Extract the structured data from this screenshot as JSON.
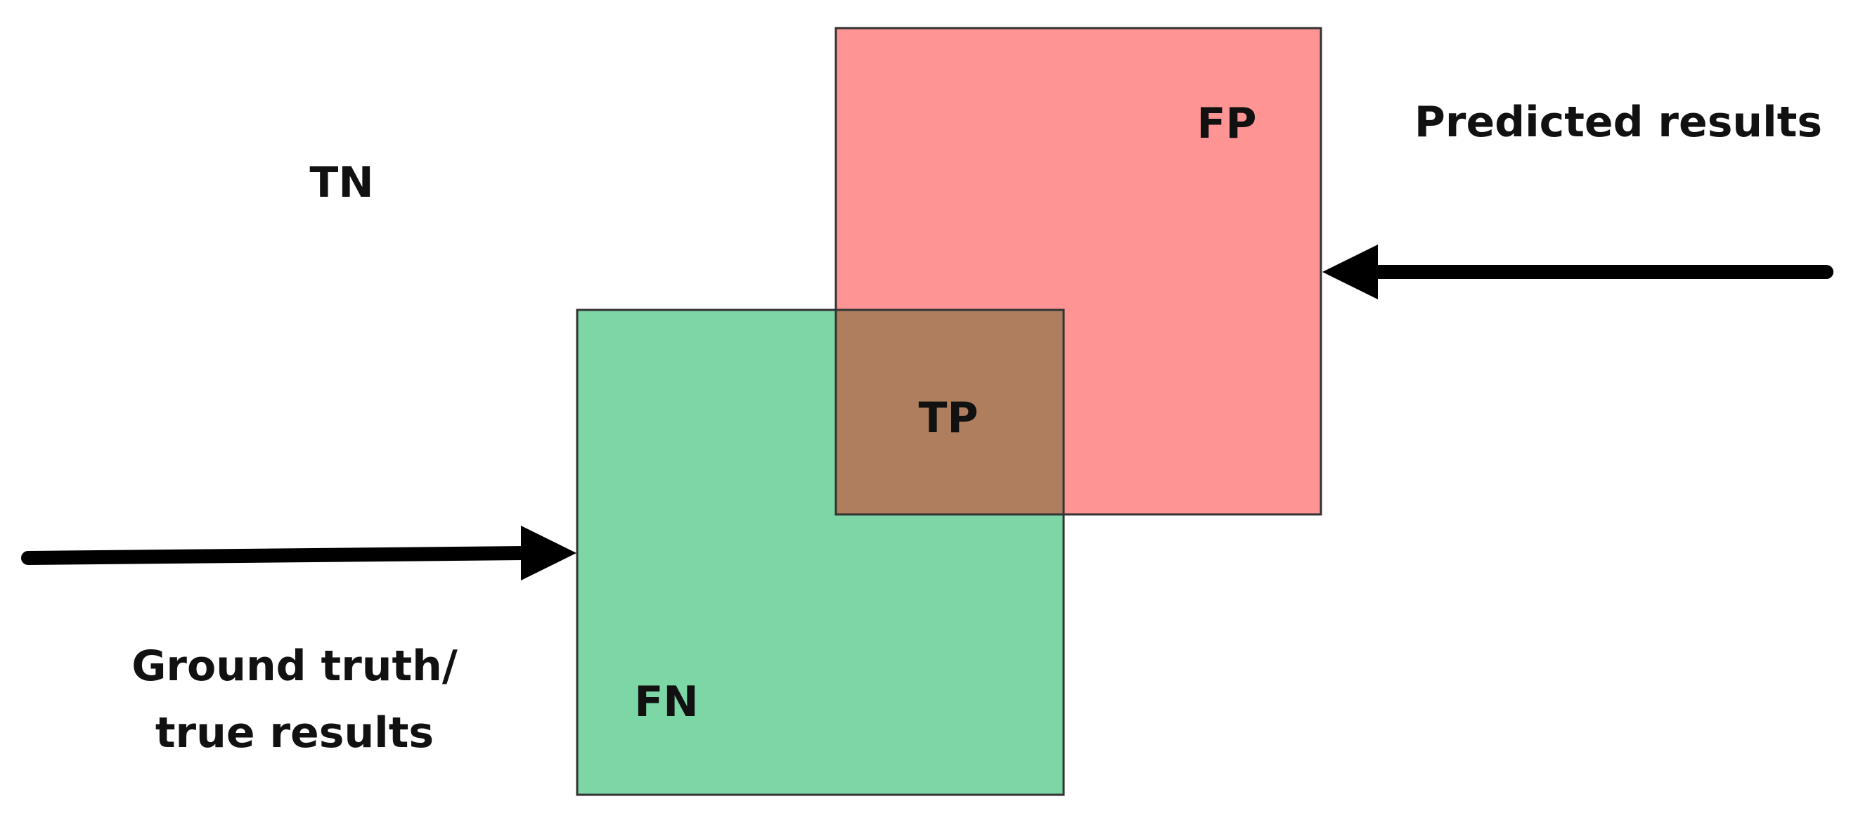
{
  "labels": {
    "tn": "TN",
    "fp": "FP",
    "tp": "TP",
    "fn": "FN",
    "predicted": "Predicted results",
    "ground_truth_line1": "Ground truth/",
    "ground_truth_line2": "true results"
  },
  "colors": {
    "predicted_box": "#ff9494",
    "ground_truth_box": "#7dd6a5",
    "overlap": "#af7e5e",
    "border": "#333333",
    "arrow": "#000000"
  },
  "icons": {
    "predicted_arrow": "arrow-left-icon",
    "ground_truth_arrow": "arrow-right-icon"
  }
}
